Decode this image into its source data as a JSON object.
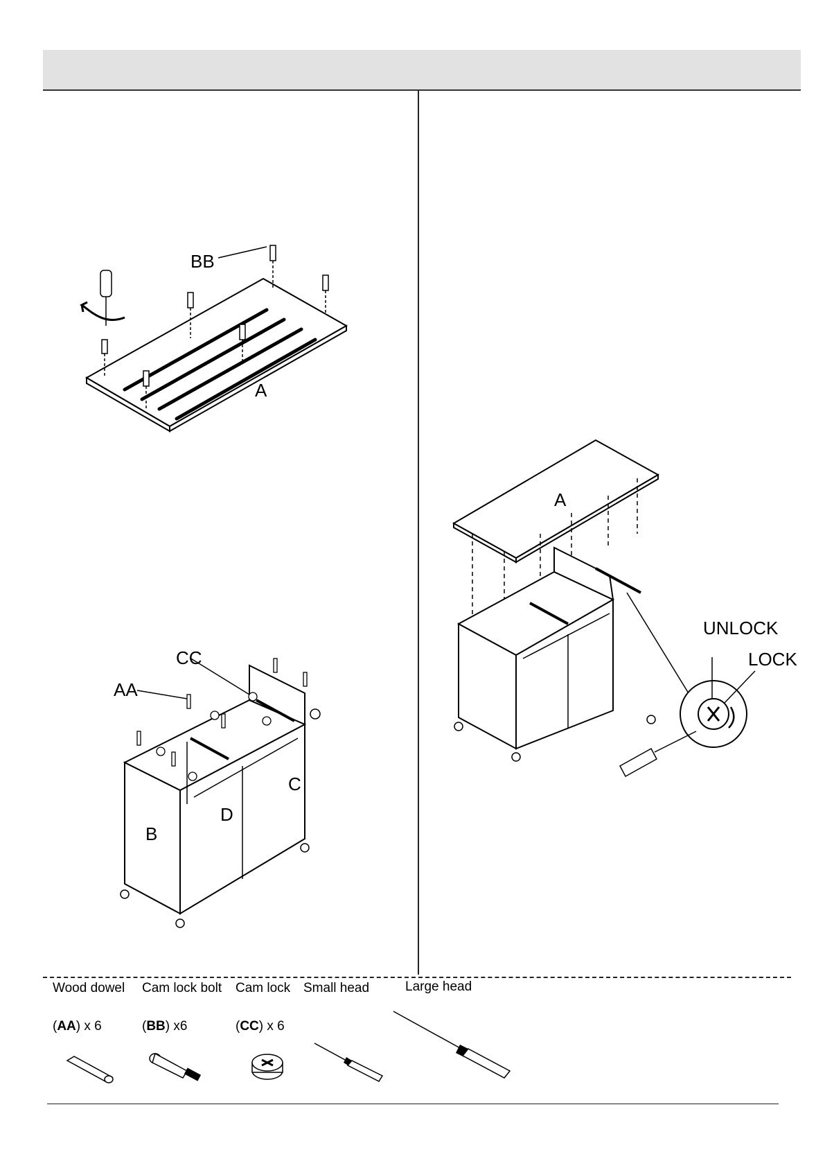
{
  "step_labels": {
    "top_panel": "A",
    "cam_bolt": "BB",
    "dowel": "AA",
    "cam_lock": "CC",
    "side_panel": "B",
    "side_panel_2": "C",
    "shelf": "D",
    "unlock": "UNLOCK",
    "lock": "LOCK"
  },
  "hardware": [
    {
      "name": "Wood dowel",
      "code": "AA",
      "qty_prefix": "(",
      "qty_suffix": ") x 6"
    },
    {
      "name": "Cam lock bolt",
      "code": "BB",
      "qty_prefix": "(",
      "qty_suffix": ") x6"
    },
    {
      "name": "Cam lock",
      "code": "CC",
      "qty_prefix": "(",
      "qty_suffix": ") x 6"
    },
    {
      "name": "Small head",
      "code": "",
      "qty_prefix": "",
      "qty_suffix": ""
    },
    {
      "name": "Large head",
      "code": "",
      "qty_prefix": "",
      "qty_suffix": ""
    }
  ],
  "icons": [
    "screwdriver-icon",
    "rotation-arrow-icon",
    "dowel-icon",
    "cam-bolt-icon",
    "cam-lock-icon"
  ]
}
